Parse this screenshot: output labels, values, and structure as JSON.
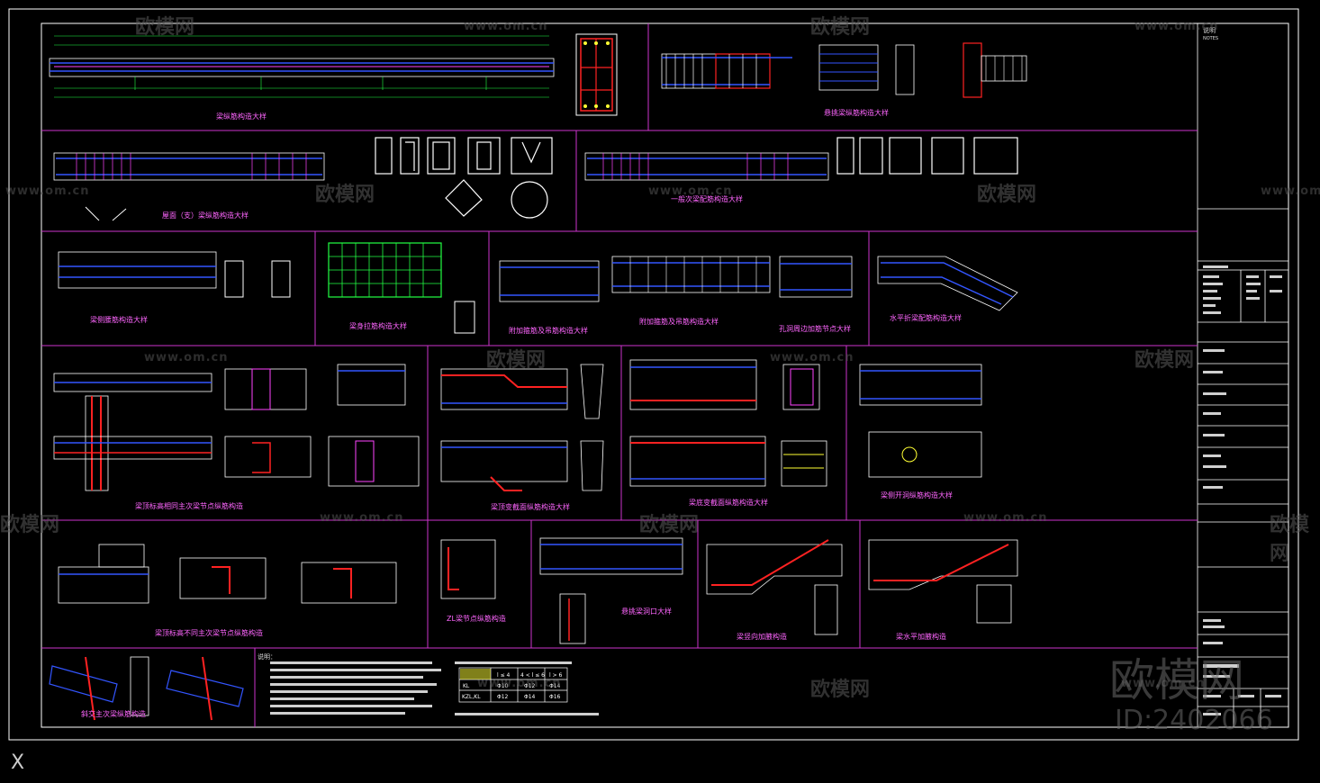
{
  "drawing": {
    "notes_label": "说明",
    "notes_label_en": "NOTES"
  },
  "watermarks": {
    "brand": "欧模网",
    "url": "www.om.cn",
    "big_brand": "欧模网",
    "id_text": "ID:2402066"
  },
  "captions": [
    "梁纵筋构造大样",
    "悬挑梁纵筋构造大样",
    "屋面（支）梁纵筋构造大样",
    "一般次梁配筋构造大样",
    "梁侧腰筋构造大样",
    "梁身拉筋构造大样",
    "附加箍筋及吊筋构造大样",
    "附加箍筋及吊筋构造大样",
    "孔洞周边加筋节点大样",
    "水平折梁配筋构造大样",
    "梁顶标高相同主次梁节点纵筋构造",
    "梁底变截面纵筋构造大样",
    "梁顶变截面纵筋构造大样",
    "梁侧开洞纵筋构造大样",
    "梁顶标高不同主次梁节点纵筋构造",
    "ZL梁节点纵筋构造",
    "悬挑梁洞口大样",
    "梁竖向加腋构造",
    "梁水平加腋构造",
    "斜交主次梁纵筋构造"
  ],
  "notes": {
    "title": "说明：",
    "table_header": [
      "",
      "l ≤ 4",
      "4 < l ≤ 6",
      "l > 6"
    ],
    "table_rows": [
      [
        "KL",
        "Φ10",
        "Φ12",
        "Φ14"
      ],
      [
        "KZL,KL",
        "Φ12",
        "Φ14",
        "Φ16"
      ]
    ]
  },
  "ucs_icon": "X"
}
